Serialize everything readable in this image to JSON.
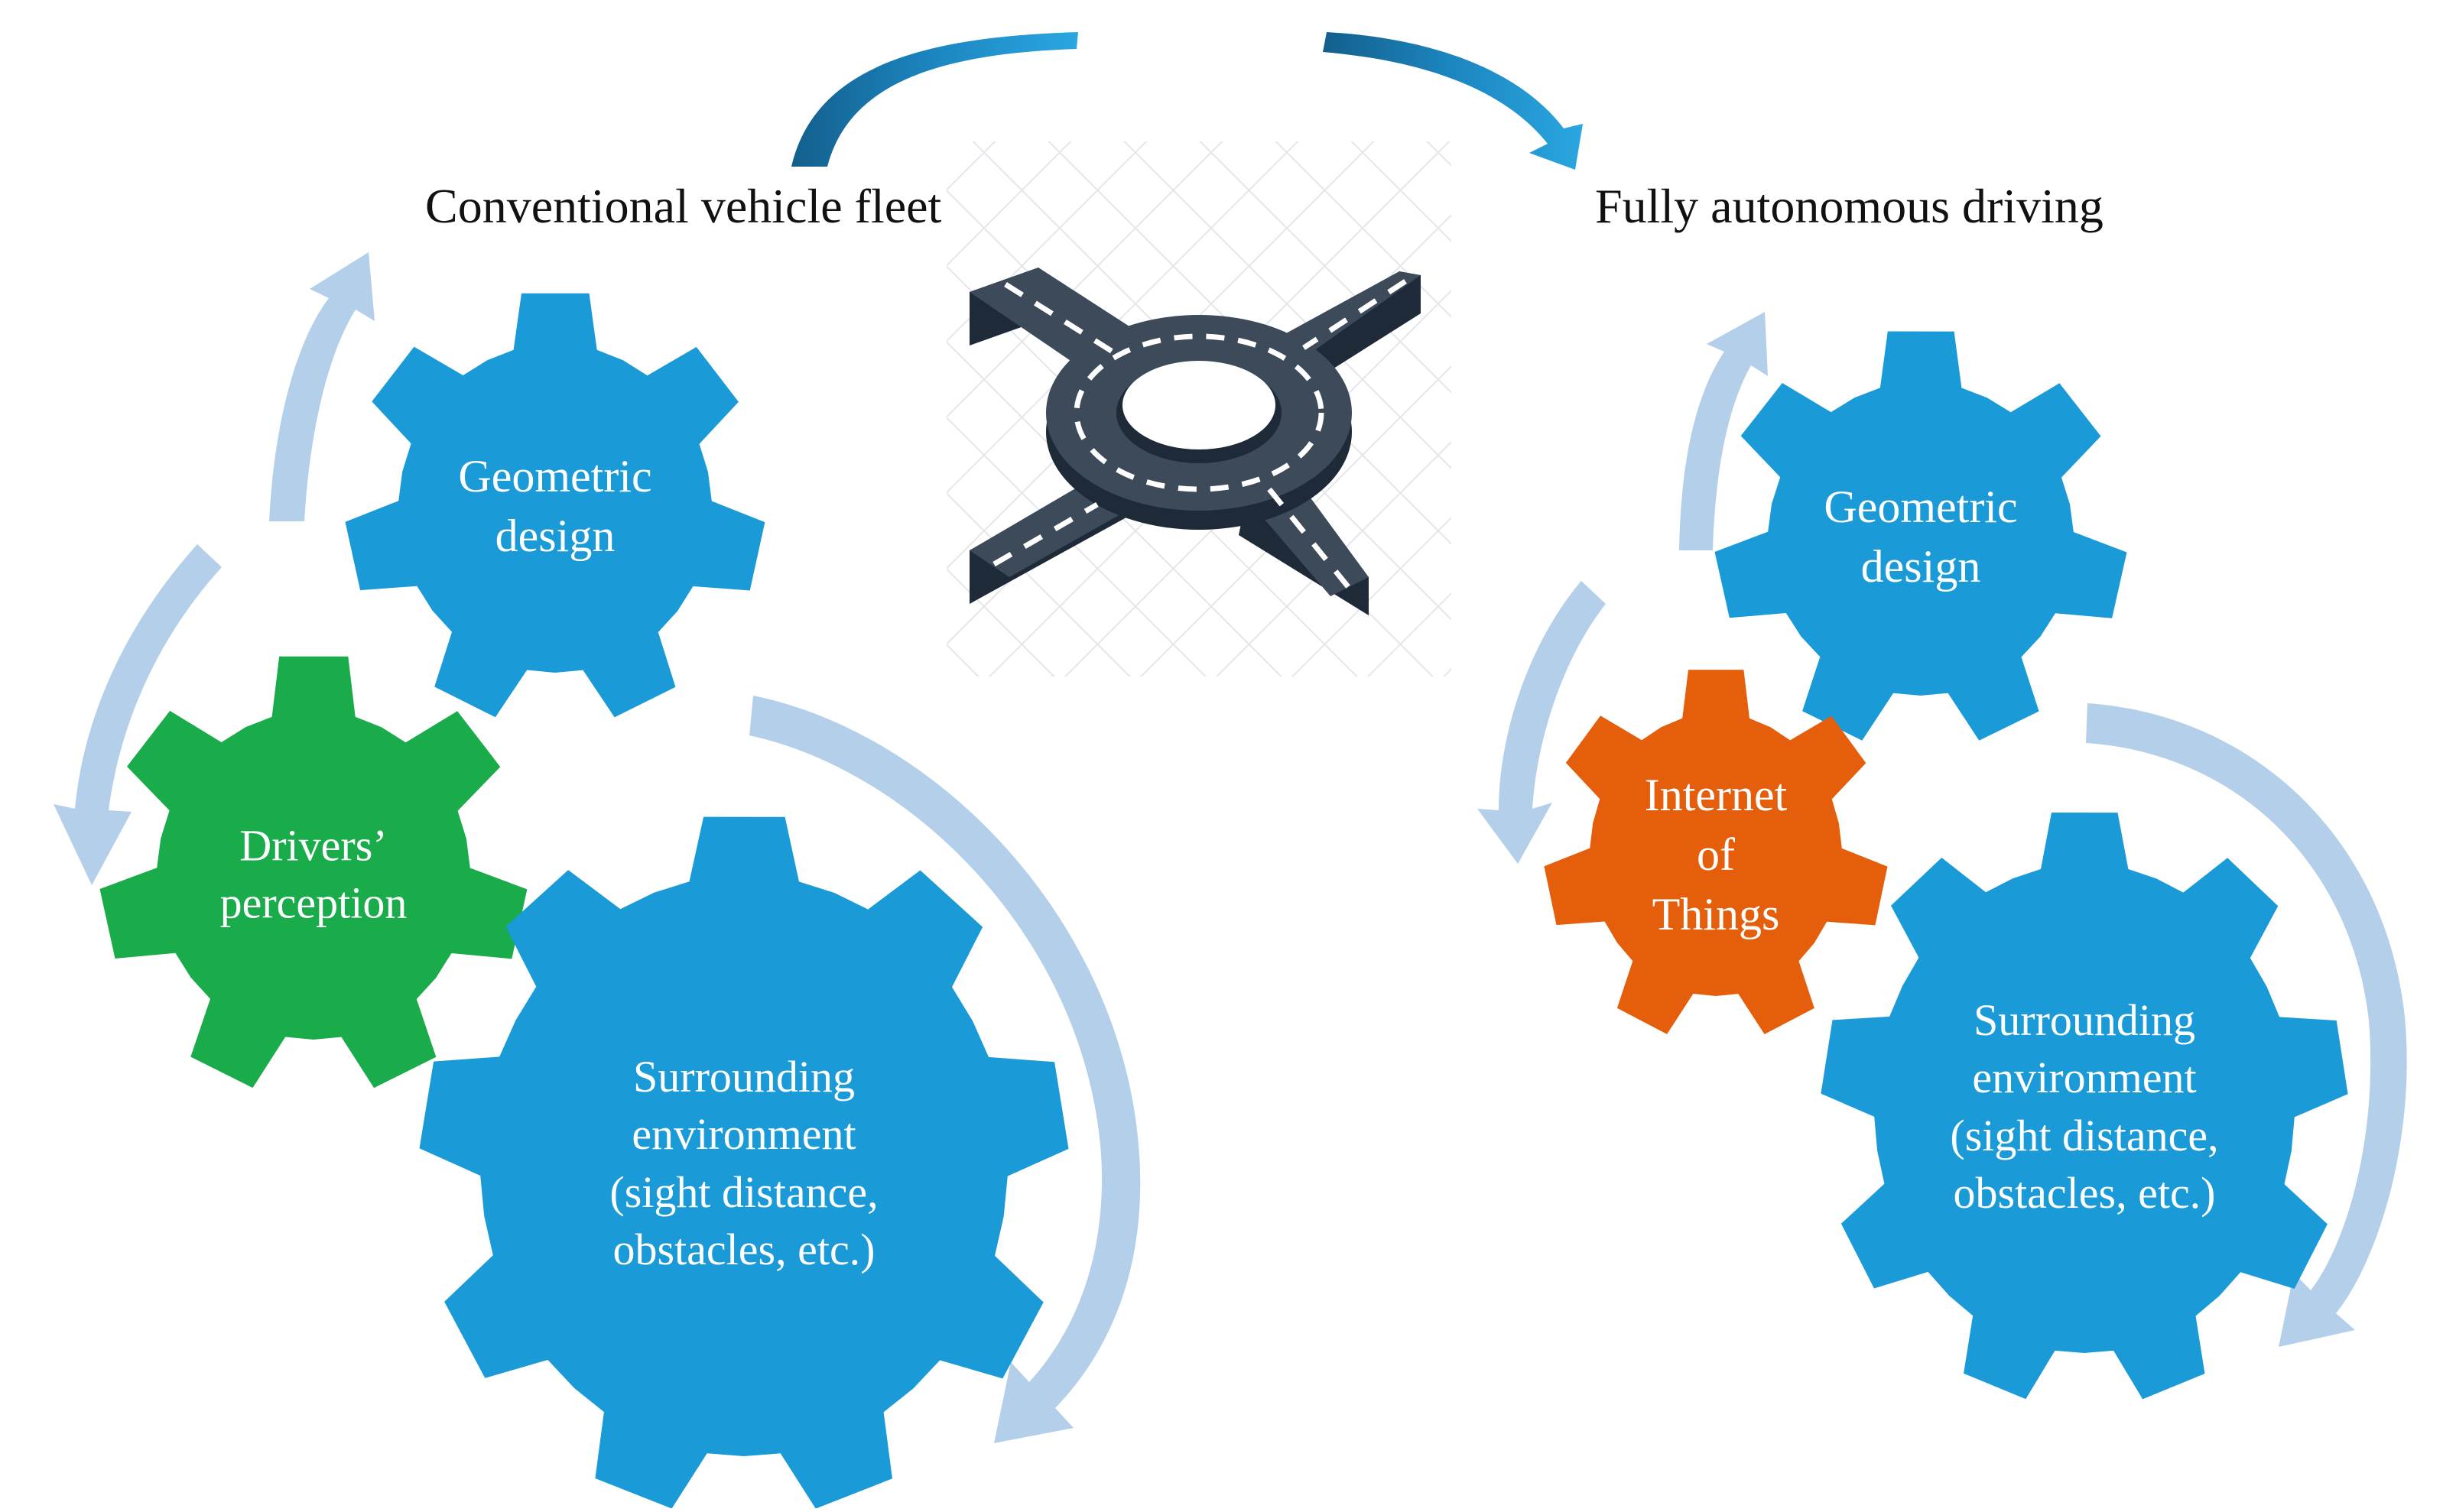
{
  "headings": {
    "left": "Conventional vehicle fleet",
    "right": "Fully autonomous driving"
  },
  "colors": {
    "gear_blue": "#1b9ad8",
    "gear_green": "#1aab4b",
    "gear_orange": "#e45e0b",
    "cycle_arrow": "#b3cfea",
    "top_arrow": "#1c7fb6",
    "road": "#3c4a5a",
    "road_side": "#1f2a38"
  },
  "center_icon": "roundabout-icon",
  "left_cycle": {
    "geometric": [
      "Geometric",
      "design"
    ],
    "drivers": [
      "Drivers’",
      "perception"
    ],
    "surrounding": [
      "Surrounding",
      "environment",
      "(sight distance,",
      "obstacles, etc.)"
    ]
  },
  "right_cycle": {
    "geometric": [
      "Geometric",
      "design"
    ],
    "iot": [
      "Internet",
      "of",
      "Things"
    ],
    "surrounding": [
      "Surrounding",
      "environment",
      "(sight distance,",
      "obstacles, etc.)"
    ]
  }
}
